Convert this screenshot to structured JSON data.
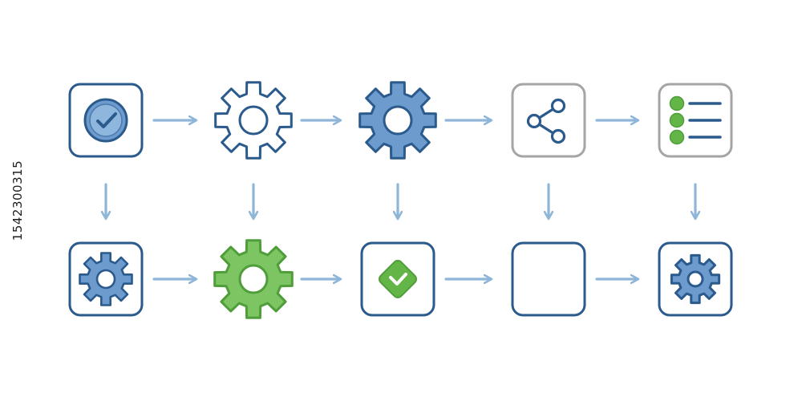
{
  "colors": {
    "dark_blue": "#2b5a8c",
    "mid_blue": "#6d9bcd",
    "light_blue": "#8fb7de",
    "arrow": "#8fb6d9",
    "green": "#7dc463",
    "green_dark": "#4f9d3b",
    "green_dot": "#63b548",
    "gray": "#a5a5a5",
    "white": "#ffffff"
  },
  "side_watermark": {
    "text": "1542300315"
  },
  "diagram": {
    "top_row": [
      {
        "name": "box-check-circle",
        "icon": "check-circle-icon"
      },
      {
        "name": "gear-outline",
        "icon": "gear-outline-icon"
      },
      {
        "name": "gear-blue",
        "icon": "gear-blue-icon"
      },
      {
        "name": "box-share",
        "icon": "share-icon"
      },
      {
        "name": "box-list",
        "icon": "list-icon"
      }
    ],
    "bottom_row": [
      {
        "name": "box-gear-small",
        "icon": "gear-small-icon"
      },
      {
        "name": "gear-green",
        "icon": "gear-green-icon"
      },
      {
        "name": "box-check-diamond",
        "icon": "check-diamond-icon"
      },
      {
        "name": "box-empty",
        "icon": "empty-box-icon"
      },
      {
        "name": "box-gear-dark",
        "icon": "gear-dark-icon"
      }
    ],
    "connections": {
      "horizontal_per_row": 4,
      "vertical": 5
    }
  }
}
